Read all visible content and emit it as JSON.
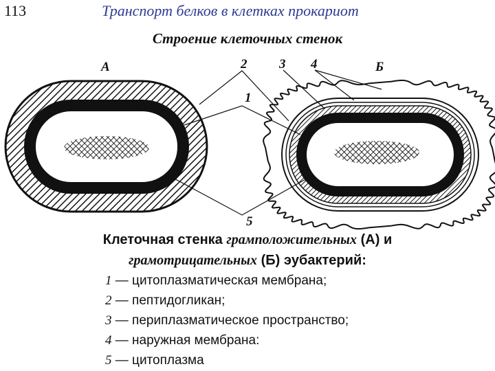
{
  "header": {
    "slide_number": "113",
    "title": "Транспорт белков в клетках прокариот",
    "subtitle": "Строение клеточных стенок"
  },
  "figure": {
    "cell_labels": {
      "a": "А",
      "b": "Б"
    },
    "callout_numbers": [
      "1",
      "2",
      "3",
      "4",
      "5"
    ]
  },
  "caption": {
    "line1_prefix": "Клеточная стенка ",
    "line1_italic": "грамположительных",
    "line1_suffix": " (А) и",
    "line2_italic": "грамотрицательных",
    "line2_suffix": " (Б) эубактерий:",
    "items": [
      {
        "num": "1",
        "text": " — цитоплазматическая мембрана;"
      },
      {
        "num": "2",
        "text": " — пептидогликан;"
      },
      {
        "num": "3",
        "text": " — периплазматическое пространство;"
      },
      {
        "num": "4",
        "text": " — наружная мембрана:"
      },
      {
        "num": "5",
        "text": " — цитоплазма"
      }
    ]
  }
}
